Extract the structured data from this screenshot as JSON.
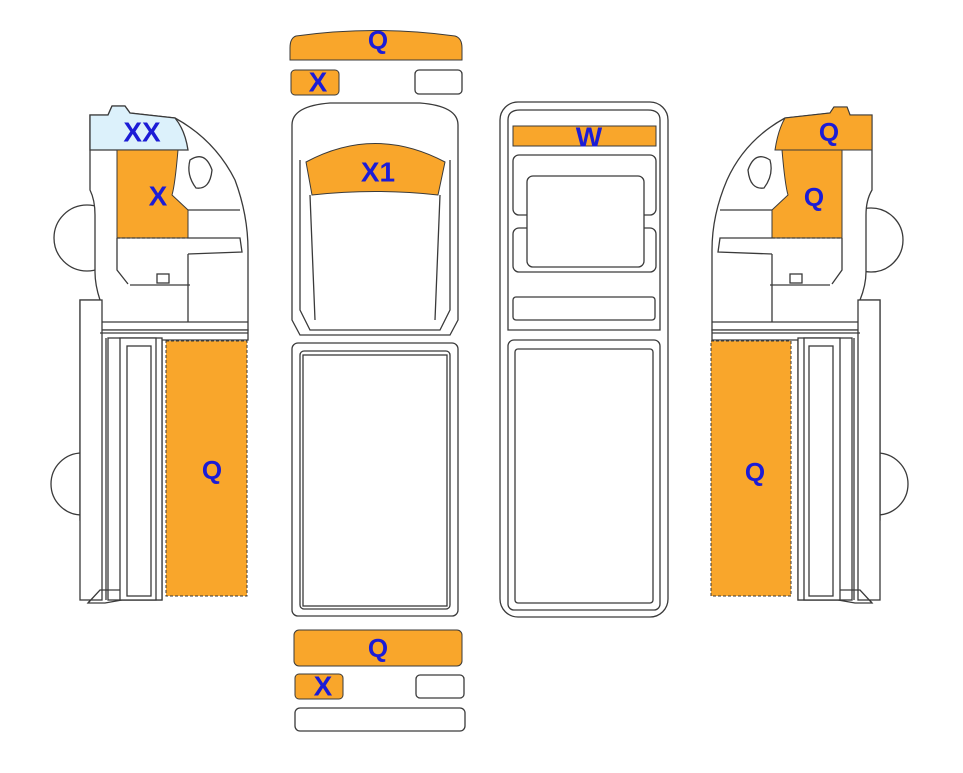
{
  "colors": {
    "outline": "#3a3a3a",
    "fill_orange": "#f9a62b",
    "fill_lightblue": "#dcf1fb",
    "label_blue": "#1c1cd6",
    "background": "#ffffff"
  },
  "labels": {
    "left_view": {
      "windshield_corner": "XX",
      "door_window": "X",
      "cargo_side": "Q"
    },
    "top_view": {
      "front_bumper_strip": "Q",
      "front_small_left": "X",
      "roof_front": "X1"
    },
    "rear_view": {
      "top_band": "W"
    },
    "bottom_view": {
      "rear_bumper_strip": "Q",
      "rear_small_left": "X"
    },
    "right_view": {
      "cab_top": "Q",
      "door_window": "Q",
      "cargo_side": "Q"
    }
  }
}
